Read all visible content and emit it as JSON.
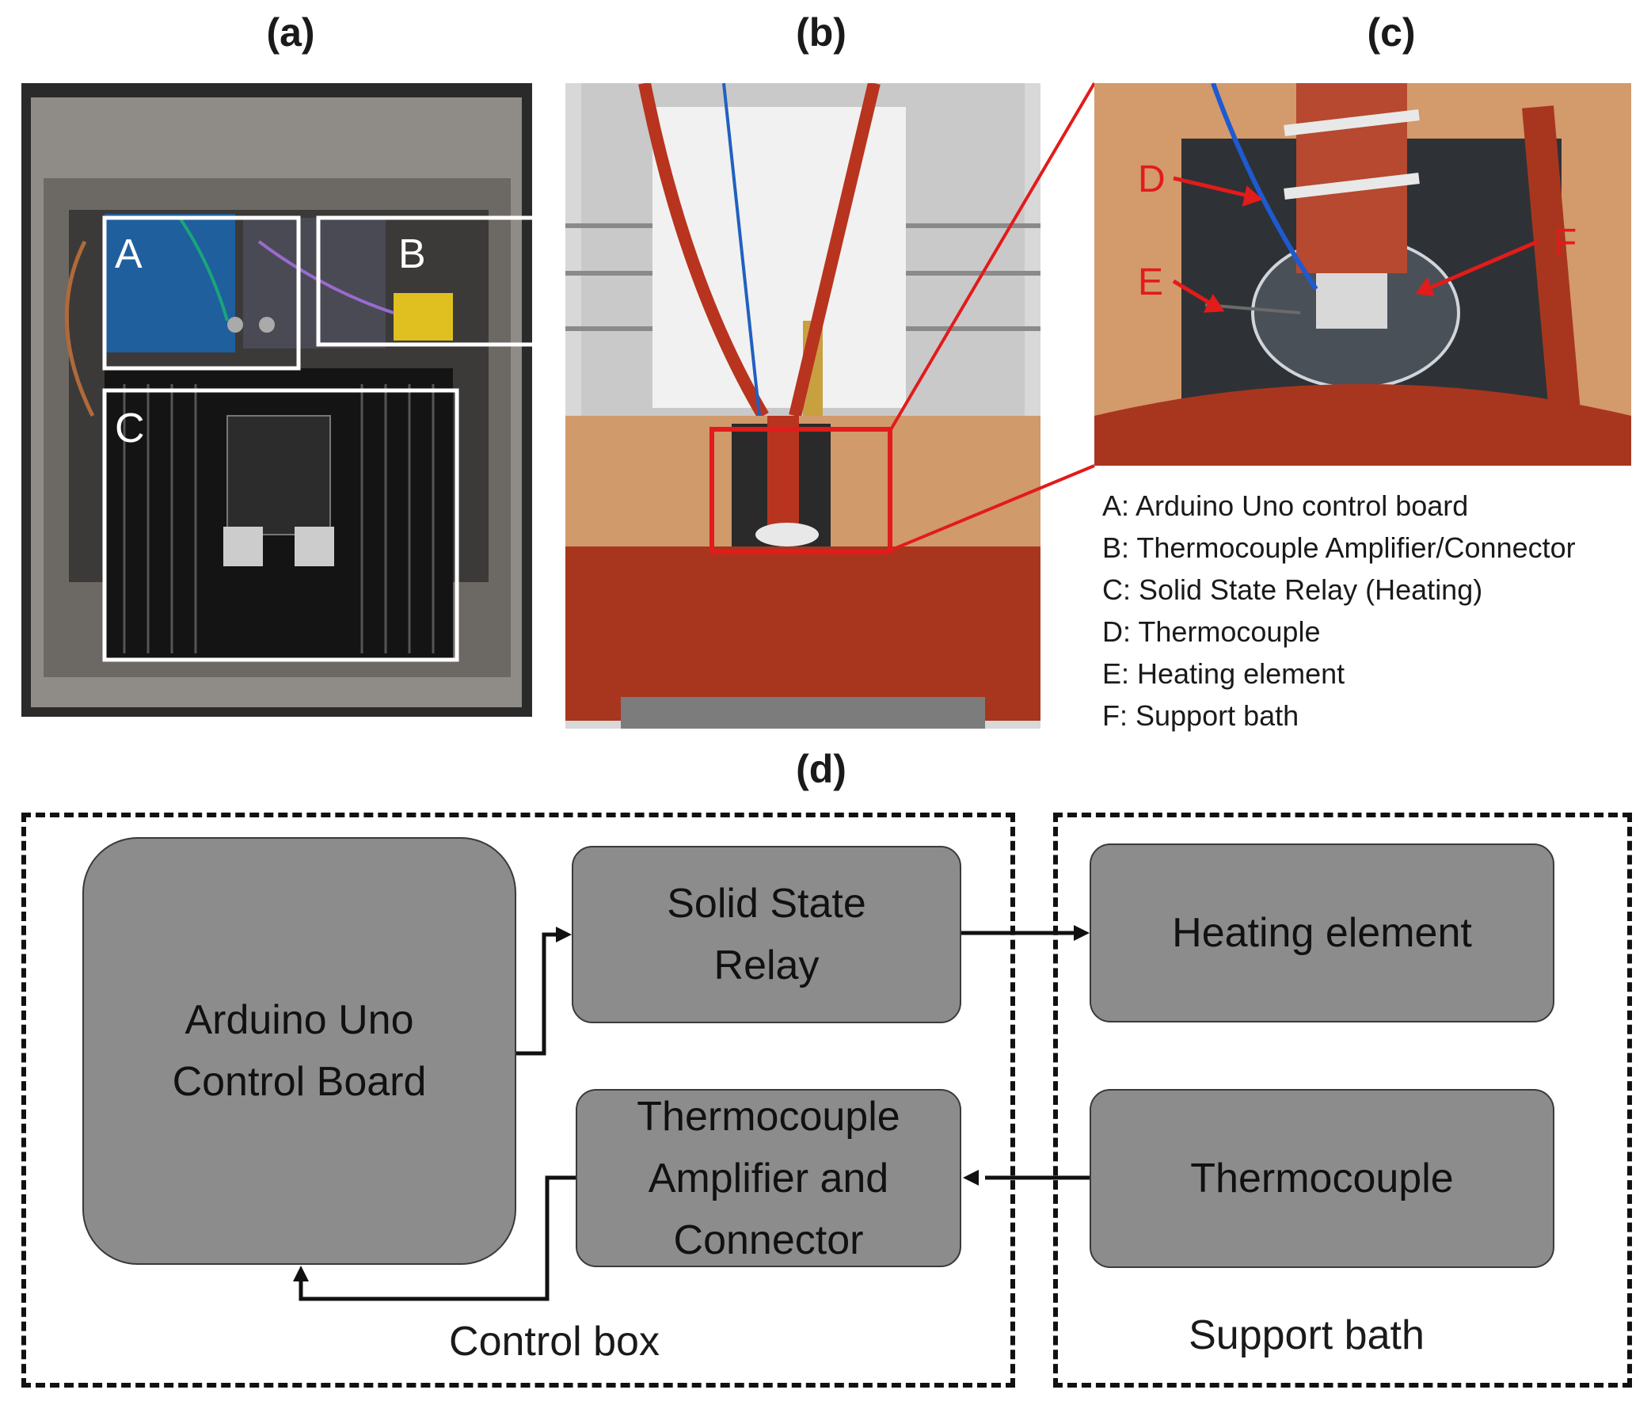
{
  "panels": {
    "a": {
      "label": "(a)",
      "markers": [
        "A",
        "B",
        "C"
      ]
    },
    "b": {
      "label": "(b)"
    },
    "c": {
      "label": "(c)",
      "markers": [
        "D",
        "E",
        "F"
      ]
    },
    "d": {
      "label": "(d)"
    }
  },
  "legend": [
    "A: Arduino Uno control board",
    "B: Thermocouple Amplifier/Connector",
    "C: Solid State Relay (Heating)",
    "D: Thermocouple",
    "E: Heating element",
    "F: Support bath"
  ],
  "diagram": {
    "groups": [
      {
        "id": "control-box",
        "label": "Control box"
      },
      {
        "id": "support-bath",
        "label": "Support bath"
      }
    ],
    "nodes": [
      {
        "id": "arduino",
        "lines": [
          "Arduino Uno",
          "Control Board"
        ]
      },
      {
        "id": "relay",
        "lines": [
          "Solid State",
          "Relay"
        ]
      },
      {
        "id": "amplifier",
        "lines": [
          "Thermocouple",
          "Amplifier and",
          "Connector"
        ]
      },
      {
        "id": "heating",
        "lines": [
          "Heating element"
        ]
      },
      {
        "id": "thermocouple",
        "lines": [
          "Thermocouple"
        ]
      }
    ],
    "edges": [
      {
        "from": "arduino",
        "to": "relay"
      },
      {
        "from": "relay",
        "to": "heating"
      },
      {
        "from": "thermocouple",
        "to": "amplifier"
      },
      {
        "from": "amplifier",
        "to": "arduino"
      }
    ]
  },
  "colors": {
    "node_fill": "#8c8c8c",
    "highlight_red": "#e21b1b",
    "box_white": "#ffffff"
  }
}
